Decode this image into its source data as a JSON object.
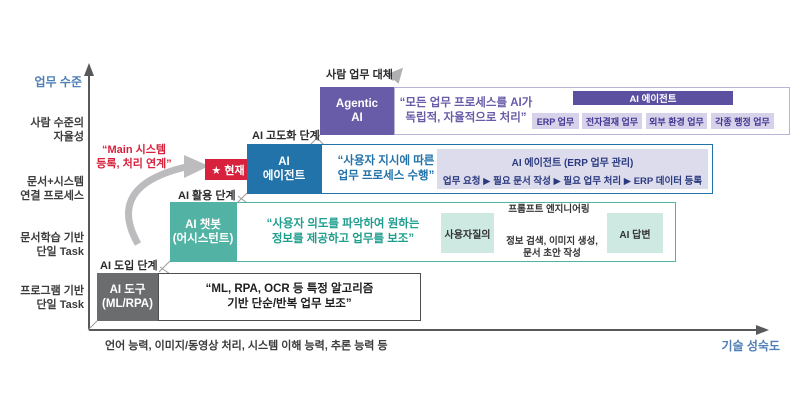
{
  "axes": {
    "y_label": "업무 수준",
    "x_label": "기술 성숙도",
    "x_caption": "언어 능력, 이미지/동영상 처리, 시스템 이해 능력, 추론 능력 등",
    "y_ticks": [
      {
        "line1": "사람 수준의",
        "line2": "자율성"
      },
      {
        "line1": "문서+시스템",
        "line2": "연결 프로세스"
      },
      {
        "line1": "문서학습 기반",
        "line2": "단일 Task"
      },
      {
        "line1": "프로그램 기반",
        "line2": "단일 Task"
      }
    ]
  },
  "annotations": {
    "main_note_line1": "“Main 시스템",
    "main_note_line2": "등록, 처리 연계”",
    "current_badge": "★ 현재"
  },
  "stages": {
    "adopt": {
      "label": "AI 도입 단계",
      "box_line1": "AI 도구",
      "box_line2": "(ML/RPA)",
      "desc_line1": "“ML, RPA, OCR 등 특정 알고리즘",
      "desc_line2": "기반 단순/반복 업무 보조”"
    },
    "utilize": {
      "label": "AI 활용 단계",
      "box_line1": "AI 챗봇",
      "box_line2": "(어시스턴트)",
      "desc_line1": "“사용자 의도를 파악하여 원하는",
      "desc_line2": "정보를 제공하고 업무를 보조”",
      "flow": {
        "left_box": "사용자질의",
        "right_box": "AI 답변",
        "top_label": "프롬프트 엔지니어링",
        "bottom_label_line1": "정보 검색, 이미지 생성,",
        "bottom_label_line2": "문서 초안 작성"
      }
    },
    "advance": {
      "label": "AI 고도화 단계",
      "box_line1": "AI",
      "box_line2": "에이전트",
      "desc_line1": "“사용자 지시에 따른",
      "desc_line2": "업무 프로세스 수행”",
      "panel": {
        "title": "AI 에이전트 (ERP 업무 관리)",
        "flow": "업무 요청 ▶ 필요 문서 작성 ▶ 필요 업무 처리 ▶ ERP 데이터 등록"
      }
    },
    "agentic": {
      "label": "사람 업무 대체",
      "box_line1": "Agentic",
      "box_line2": "AI",
      "desc_line1": "“모든 업무 프로세스를 AI가",
      "desc_line2": "독립적, 자율적으로 처리”",
      "tree": {
        "root": "AI 에이전트",
        "children": [
          "ERP 업무",
          "전자결재 업무",
          "외부 환경 업무",
          "각종 행정 업무"
        ]
      }
    }
  },
  "colors": {
    "teal": "#52b3a4",
    "blue": "#2273aa",
    "purple": "#685ba7",
    "purple_dark": "#5b4fa0",
    "gray_box": "#6b6c6e",
    "red": "#d8213c",
    "axis_label_blue": "#4f7fb5",
    "panel_lavender": "#dcdcec",
    "flow_teal_light": "#cde9e2"
  }
}
